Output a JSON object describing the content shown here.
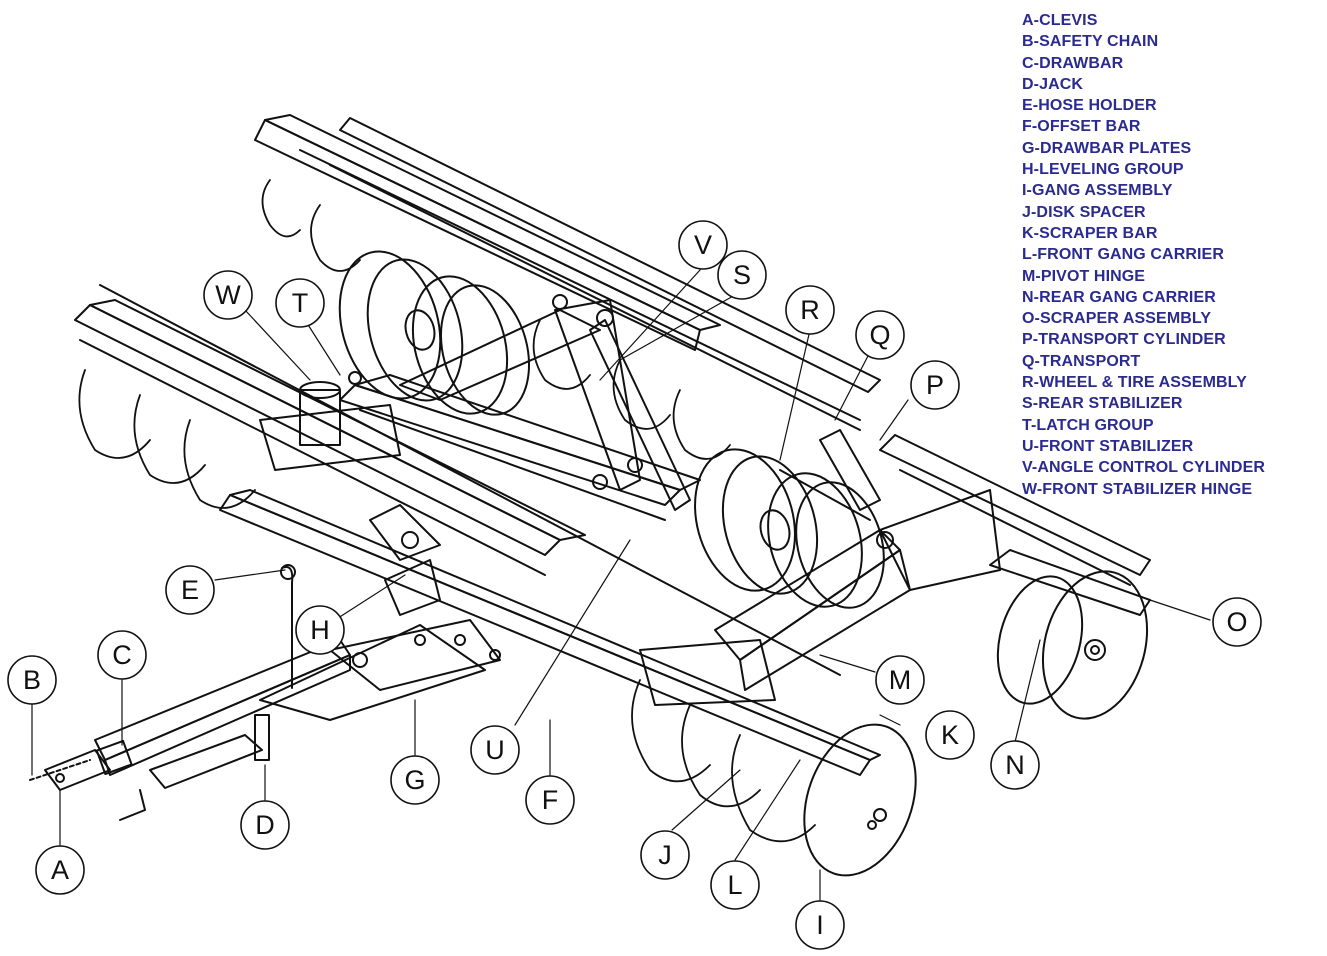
{
  "legend": [
    "A-CLEVIS",
    "B-SAFETY CHAIN",
    "C-DRAWBAR",
    "D-JACK",
    "E-HOSE HOLDER",
    "F-OFFSET BAR",
    "G-DRAWBAR PLATES",
    "H-LEVELING GROUP",
    "I-GANG ASSEMBLY",
    "J-DISK SPACER",
    "K-SCRAPER BAR",
    "L-FRONT GANG CARRIER",
    "M-PIVOT HINGE",
    "N-REAR GANG CARRIER",
    "O-SCRAPER ASSEMBLY",
    "P-TRANSPORT CYLINDER",
    "Q-TRANSPORT",
    "R-WHEEL & TIRE ASSEMBLY",
    "S-REAR STABILIZER",
    "T-LATCH GROUP",
    "U-FRONT STABILIZER",
    "V-ANGLE CONTROL CYLINDER",
    "W-FRONT STABILIZER HINGE"
  ],
  "callouts": [
    "A",
    "B",
    "C",
    "D",
    "E",
    "F",
    "G",
    "H",
    "I",
    "J",
    "K",
    "L",
    "M",
    "N",
    "O",
    "P",
    "Q",
    "R",
    "S",
    "T",
    "U",
    "V",
    "W"
  ],
  "colors": {
    "legend_text": "#2b2b8f",
    "line": "#111111"
  }
}
